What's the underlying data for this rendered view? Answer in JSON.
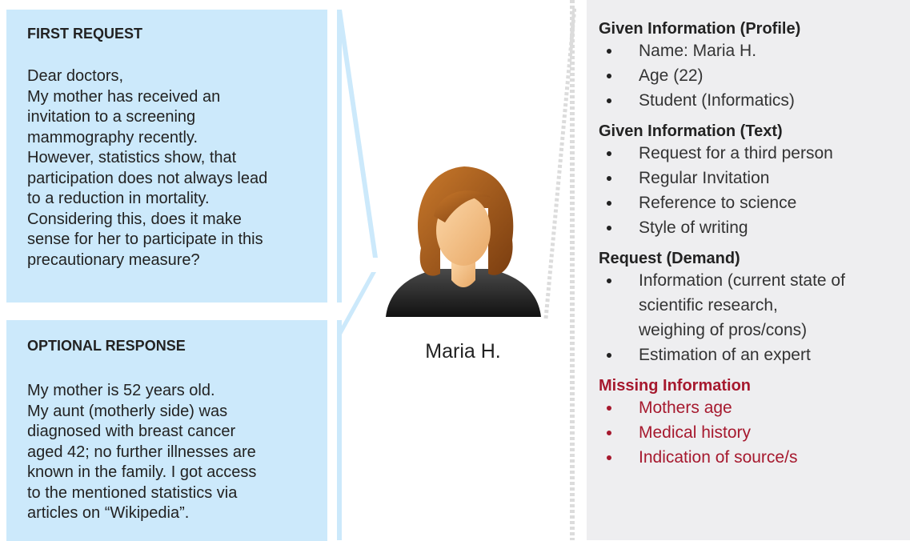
{
  "first_request": {
    "title": "FIRST REQUEST",
    "lines": [
      "Dear doctors,",
      "My mother has received an",
      "invitation to a screening",
      "mammography recently.",
      "However, statistics show, that",
      "participation does not always lead",
      "to a reduction in mortality.",
      "Considering this, does it make",
      "sense for her to participate in this",
      "precautionary measure?"
    ]
  },
  "optional_response": {
    "title": "OPTIONAL RESPONSE",
    "lines": [
      "My mother is 52 years old.",
      "My aunt (motherly side) was",
      "diagnosed with breast cancer",
      "aged 42; no further illnesses are",
      "known in the family. I got access",
      "to the mentioned statistics via",
      "articles on “Wikipedia”."
    ]
  },
  "persona": {
    "name": "Maria H."
  },
  "panel": {
    "profile": {
      "title": "Given Information (Profile)",
      "items": [
        "Name: Maria H.",
        "Age (22)",
        "Student (Informatics)"
      ]
    },
    "text": {
      "title": "Given Information (Text)",
      "items": [
        "Request for a third person",
        "Regular Invitation",
        "Reference to science",
        "Style of writing"
      ]
    },
    "demand": {
      "title": "Request (Demand)",
      "item1_lines": [
        "Information (current state of",
        "scientific research,",
        "weighing of pros/cons)"
      ],
      "item2": "Estimation of an expert"
    },
    "missing": {
      "title": "Missing Information",
      "items": [
        "Mothers age",
        "Medical history",
        "Indication of source/s"
      ]
    }
  },
  "colors": {
    "box_blue": "#cce9fb",
    "panel_gray": "#eeeef0",
    "missing_red": "#a6192e"
  }
}
